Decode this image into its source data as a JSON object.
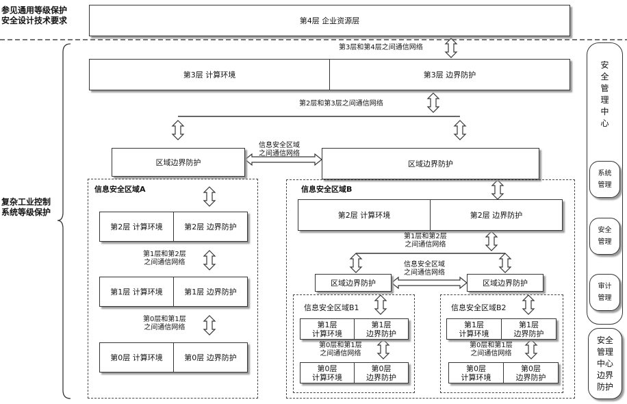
{
  "left_labels": {
    "top": "参见通用等级保护\n安全设计技术要求",
    "main": "复杂工业控制\n系统等级保护"
  },
  "layer4": "第4层 企业资源层",
  "net_3_4": "第3层和第4层之间通信网络",
  "layer3_compute": "第3层  计算环境",
  "layer3_boundary": "第3层  边界防护",
  "net_2_3": "第2层和第3层之间通信网络",
  "region_boundary_left": "区域边界防护",
  "region_boundary_right": "区域边界防护",
  "net_between_regions": "信息安全区域\n之间通信网络",
  "zone_a": {
    "title": "信息安全区域A",
    "l2_compute": "第2层  计算环境",
    "l2_boundary": "第2层  边界防护",
    "net_1_2": "第1层和第2层\n之间通信网络",
    "l1_compute": "第1层  计算环境",
    "l1_boundary": "第1层  边界防护",
    "net_0_1": "第0层和第1层\n之间通信网络",
    "l0_compute": "第0层  计算环境",
    "l0_boundary": "第0层  边界防护"
  },
  "zone_b": {
    "title": "信息安全区域B",
    "l2_compute": "第2层  计算环境",
    "l2_boundary": "第2层  边界防护",
    "net_1_2": "第1层和第2层\n之间通信网络",
    "net_between": "信息安全区域\n之间通信网络",
    "boundary_left": "区域边界防护",
    "boundary_right": "区域边界防护",
    "b1": {
      "title": "信息安全区域B1",
      "l1_compute": "第1层\n计算环境",
      "l1_boundary": "第1层\n边界防护",
      "net_0_1": "第0层和第1层\n之间通信网络",
      "l0_compute": "第0层\n计算环境",
      "l0_boundary": "第0层\n边界防护"
    },
    "b2": {
      "title": "信息安全区域B2",
      "l1_compute": "第1层\n计算环境",
      "l1_boundary": "第1层\n边界防护",
      "net_0_1": "第0层和第1层\n之间通信网络",
      "l0_compute": "第0层\n计算环境",
      "l0_boundary": "第0层\n边界防护"
    }
  },
  "right_panel": {
    "center": "安\n全\n管\n理\n中\n心",
    "system_mgmt": "系统\n管理",
    "security_mgmt": "安全\n管理",
    "audit_mgmt": "审计\n管理",
    "center_boundary": "安全\n管理\n中心\n边界\n防护"
  }
}
